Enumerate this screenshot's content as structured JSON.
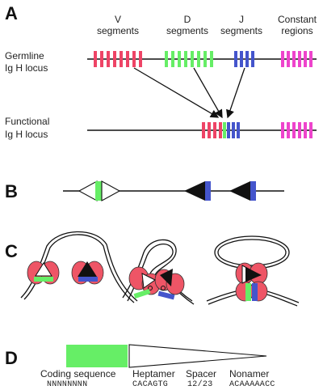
{
  "panels": {
    "a": "A",
    "b": "B",
    "c": "C",
    "d": "D"
  },
  "panel_a": {
    "headers": {
      "v": [
        "V",
        "segments"
      ],
      "d": [
        "D",
        "segments"
      ],
      "j": [
        "J",
        "segments"
      ],
      "c": [
        "Constant",
        "regions"
      ]
    },
    "rows": {
      "germline": [
        "Germline",
        "Ig H locus"
      ],
      "functional": [
        "Functional",
        "Ig H locus"
      ]
    }
  },
  "panel_d": {
    "labels": {
      "coding": "Coding sequence",
      "heptamer": "Heptamer",
      "spacer": "Spacer",
      "nonamer": "Nonamer"
    },
    "sequences": {
      "coding": "NNNNNNNN",
      "heptamer": "CACAGTG",
      "spacer": "12/23",
      "nonamer": "ACAAAAACC"
    }
  },
  "colors": {
    "v": "#ee4466",
    "d": "#66ee66",
    "j": "#4455cc",
    "constant": "#ee44cc",
    "rss_body": "#ee5566",
    "line": "#111111"
  }
}
